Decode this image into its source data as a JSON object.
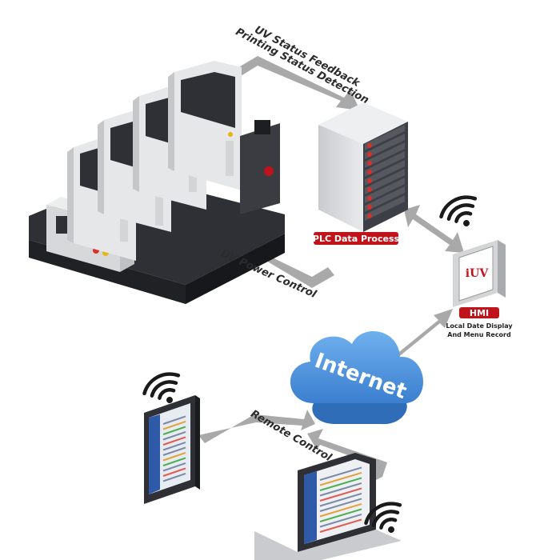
{
  "labels": {
    "uv_status_feedback": "UV Status Feedback",
    "printing_status_detection": "Printing Status Detection",
    "uv_power_control": "UV Power Control",
    "remote_control": "Remote Control",
    "internet": "Internet",
    "plc": "PLC Data Process",
    "hmi": "HMI",
    "hmi_desc_1": "Local Date Display",
    "hmi_desc_2": "And Menu Record",
    "hmi_logo": "iUV"
  },
  "colors": {
    "arrow": "#a9a9a9",
    "badge_red": "#c0141c",
    "cloud": "#4a8fd8",
    "machine_dark": "#2e3036",
    "machine_light": "#e6e7e8",
    "rack": "#3c3f45",
    "rack_accent": "#d9302a"
  }
}
